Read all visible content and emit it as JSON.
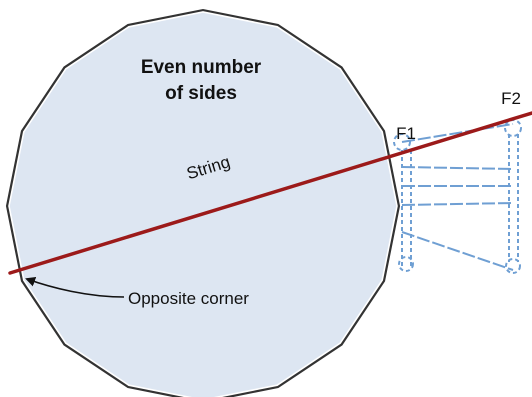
{
  "diagram": {
    "title_line1": "Even number",
    "title_line2": "of sides",
    "string_label": "String",
    "corner_label": "Opposite corner",
    "f1_label": "F1",
    "f2_label": "F2"
  },
  "colors": {
    "polygon_fill": "#dde6f2",
    "polygon_stroke": "#333333",
    "string": "#9c1a1a",
    "fixture": "#6f9fd3"
  }
}
